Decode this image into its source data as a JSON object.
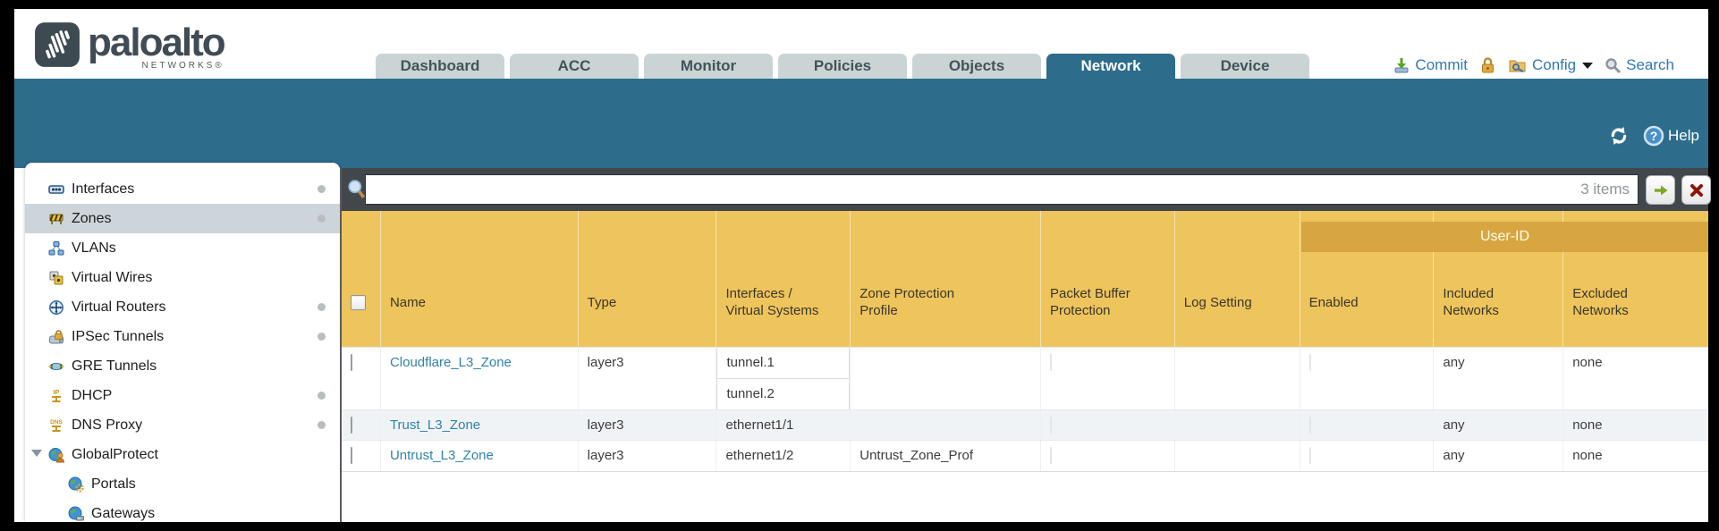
{
  "brand": {
    "wordmark": "paloalto",
    "sub": "NETWORKS®"
  },
  "tabs": [
    {
      "label": "Dashboard",
      "active": false
    },
    {
      "label": "ACC",
      "active": false
    },
    {
      "label": "Monitor",
      "active": false
    },
    {
      "label": "Policies",
      "active": false
    },
    {
      "label": "Objects",
      "active": false
    },
    {
      "label": "Network",
      "active": true
    },
    {
      "label": "Device",
      "active": false
    }
  ],
  "toolbar": {
    "commit_label": "Commit",
    "config_label": "Config",
    "search_label": "Search"
  },
  "nav_band": {
    "help_label": "Help"
  },
  "sidebar": {
    "items": [
      {
        "label": "Interfaces",
        "icon": "interfaces-icon",
        "status_dot": true,
        "selected": false
      },
      {
        "label": "Zones",
        "icon": "zones-icon",
        "status_dot": true,
        "selected": true
      },
      {
        "label": "VLANs",
        "icon": "vlans-icon",
        "status_dot": false,
        "selected": false
      },
      {
        "label": "Virtual Wires",
        "icon": "virtual-wires-icon",
        "status_dot": false,
        "selected": false
      },
      {
        "label": "Virtual Routers",
        "icon": "virtual-routers-icon",
        "status_dot": true,
        "selected": false
      },
      {
        "label": "IPSec Tunnels",
        "icon": "ipsec-tunnels-icon",
        "status_dot": true,
        "selected": false
      },
      {
        "label": "GRE Tunnels",
        "icon": "gre-tunnels-icon",
        "status_dot": false,
        "selected": false
      },
      {
        "label": "DHCP",
        "icon": "dhcp-icon",
        "status_dot": true,
        "selected": false
      },
      {
        "label": "DNS Proxy",
        "icon": "dns-proxy-icon",
        "status_dot": true,
        "selected": false
      },
      {
        "label": "GlobalProtect",
        "icon": "globalprotect-icon",
        "status_dot": false,
        "selected": false,
        "expanded": true
      },
      {
        "label": "Portals",
        "icon": "portals-icon",
        "status_dot": false,
        "selected": false,
        "indent": 1
      },
      {
        "label": "Gateways",
        "icon": "gateways-icon",
        "status_dot": false,
        "selected": false,
        "indent": 1
      }
    ]
  },
  "filterbar": {
    "query_value": "",
    "count_label": "3 items"
  },
  "table": {
    "group_header": "User-ID",
    "columns": [
      "Name",
      "Type",
      "Interfaces / Virtual Systems",
      "Zone Protection Profile",
      "Packet Buffer Protection",
      "Log Setting",
      "Enabled",
      "Included Networks",
      "Excluded Networks"
    ],
    "rows": [
      {
        "name": "Cloudflare_L3_Zone",
        "type": "layer3",
        "interfaces": [
          "tunnel.1",
          "tunnel.2"
        ],
        "zone_protection_profile": "",
        "packet_buffer_protection": false,
        "log_setting": "",
        "user_id_enabled": false,
        "included_networks": "any",
        "excluded_networks": "none"
      },
      {
        "name": "Trust_L3_Zone",
        "type": "layer3",
        "interfaces": [
          "ethernet1/1"
        ],
        "zone_protection_profile": "",
        "packet_buffer_protection": false,
        "log_setting": "",
        "user_id_enabled": false,
        "included_networks": "any",
        "excluded_networks": "none"
      },
      {
        "name": "Untrust_L3_Zone",
        "type": "layer3",
        "interfaces": [
          "ethernet1/2"
        ],
        "zone_protection_profile": "Untrust_Zone_Prof",
        "packet_buffer_protection": false,
        "log_setting": "",
        "user_id_enabled": false,
        "included_networks": "any",
        "excluded_networks": "none"
      }
    ]
  },
  "icons": {
    "refresh-icon": "circular-arrows",
    "help-icon": "question-circle",
    "commit-icon": "download-tray",
    "lock-icon": "padlock",
    "config-icon": "folder-key",
    "search-icon": "magnifier",
    "filter-search-icon": "magnifier",
    "apply-filter-icon": "green-right-arrow",
    "clear-filter-icon": "red-x"
  },
  "colors": {
    "nav_teal": "#2e6c8c",
    "header_gold": "#eec45c",
    "group_gold": "#d7a640",
    "link_blue": "#2f81ad",
    "accent_blue": "#3178b8",
    "filter_strip": "#42474b",
    "selected_item": "#cdd5da",
    "alt_row": "#f0f3f5"
  }
}
